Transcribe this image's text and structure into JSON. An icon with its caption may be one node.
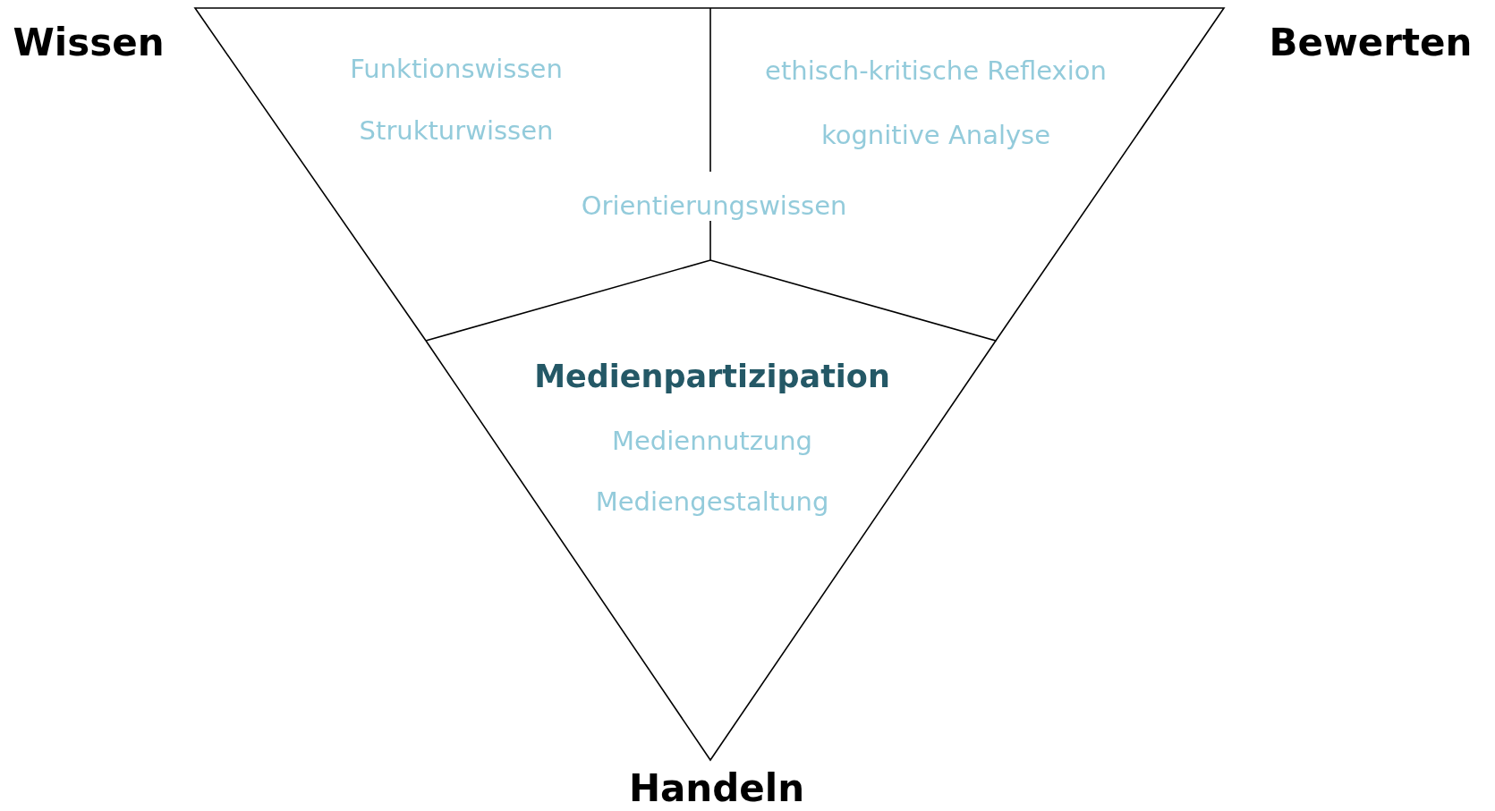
{
  "diagram": {
    "nodes": [
      {
        "text": [
          "Funktionswissen",
          "Strukturwissen"
        ],
        "beside": [
          "Wissen"
        ]
      },
      {
        "text": [
          "ethisch-kritische Reflexion",
          "kognitive Analyse"
        ],
        "beside": [
          "Bewerten"
        ]
      },
      {
        "text": [
          "Medienpartizipation",
          "Mediennutzung",
          "Mediengestaltung"
        ],
        "beside": [
          "Handeln"
        ]
      }
    ],
    "labels": [
      "Orientierungswissen"
    ]
  }
}
